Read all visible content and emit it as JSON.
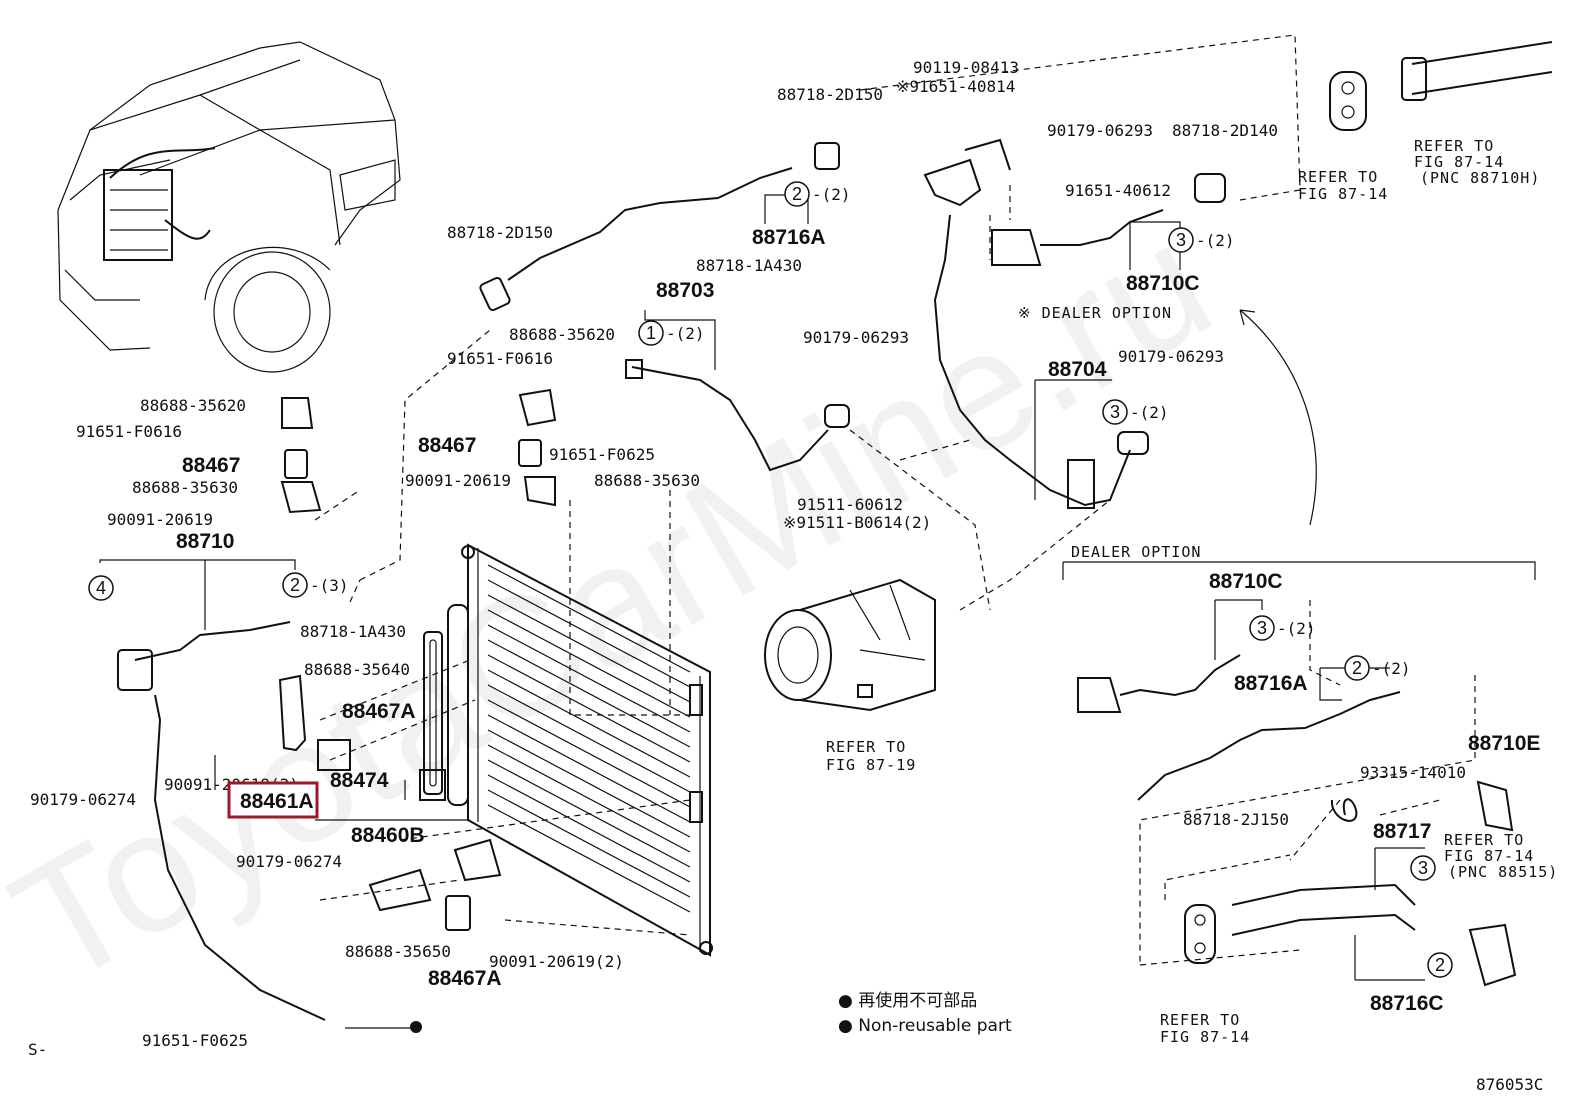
{
  "diagram": {
    "watermark": "ToyotaCarMine.ru",
    "figure_code": "876053C",
    "corner_mark": "S-",
    "dealer_option_note": "※ DEALER OPTION",
    "dealer_option_header": "DEALER OPTION",
    "legend": {
      "line1": "● 再使用不可部品",
      "line2": "● Non-reusable part"
    },
    "labels": {
      "p90119_08413": "90119-08413",
      "p91651_40814": "※91651-40814",
      "p88718_2D150_top": "88718-2D150",
      "p90179_06293_top": "90179-06293",
      "p88718_2D140": "88718-2D140",
      "p91651_40612": "91651-40612",
      "p88716A_top": "88716A",
      "p88710C_top": "88710C",
      "p88718_2D150_mid": "88718-2D150",
      "p88718_1A430_top": "88718-1A430",
      "p88703": "88703",
      "p88688_35620_mid": "88688-35620",
      "p91651_F0616_mid": "91651-F0616",
      "p90179_06293_mid": "90179-06293",
      "p88704": "88704",
      "p90179_06293_right": "90179-06293",
      "p88467_mid": "88467",
      "p91651_F0625_mid": "91651-F0625",
      "p90091_20619_mid": "90091-20619",
      "p88688_35630_mid": "88688-35630",
      "p91511_60612": "91511-60612",
      "p91511_B0614": "※91511-B0614(2)",
      "p88688_35620_left": "88688-35620",
      "p91651_F0616_left": "91651-F0616",
      "p88467_left": "88467",
      "p88688_35630_left": "88688-35630",
      "p90091_20619_left": "90091-20619",
      "p88710": "88710",
      "p88718_1A430_left": "88718-1A430",
      "p88688_35640": "88688-35640",
      "p88467A_top": "88467A",
      "p90091_20619_2a": "90091-20619(2)",
      "p88474": "88474",
      "p88461A": "88461A",
      "p90179_06274_left": "90179-06274",
      "p88460B": "88460B",
      "p90179_06274_mid": "90179-06274",
      "p88688_35650": "88688-35650",
      "p90091_20619_2b": "90091-20619(2)",
      "p88467A_bot": "88467A",
      "p91651_F0625_bot": "91651-F0625",
      "p88710C_right": "88710C",
      "p88716A_right": "88716A",
      "p88710E": "88710E",
      "p93315_14010": "93315-14010",
      "p88718_2J150": "88718-2J150",
      "p88717": "88717",
      "p88716C": "88716C"
    },
    "refer": {
      "fig_87_14_a": [
        "REFER TO",
        "FIG 87-14"
      ],
      "fig_87_14_b": [
        "REFER TO",
        "FIG 87-14",
        "(PNC 88710H)"
      ],
      "fig_87_19": [
        "REFER TO",
        "FIG 87-19"
      ],
      "fig_87_14_c": [
        "REFER TO",
        "FIG 87-14",
        "(PNC 88515)"
      ],
      "fig_87_14_d": [
        "REFER TO",
        "FIG 87-14"
      ]
    },
    "callouts": {
      "c2_top": "2",
      "c2_top_q": "-(2)",
      "c3_top": "3",
      "c3_top_q": "-(2)",
      "c1": "1",
      "c1_q": "-(2)",
      "c3_mid": "3",
      "c3_mid_q": "-(2)",
      "c4": "4",
      "c2_left": "2",
      "c2_left_q": "-(3)",
      "c3_right": "3",
      "c3_right_q": "-(2)",
      "c2_right": "2",
      "c2_right_q": "-(2)",
      "c3_lower": "3",
      "c2_lower": "2"
    },
    "highlight": {
      "target": "88461A",
      "color": "#a0162e"
    }
  }
}
